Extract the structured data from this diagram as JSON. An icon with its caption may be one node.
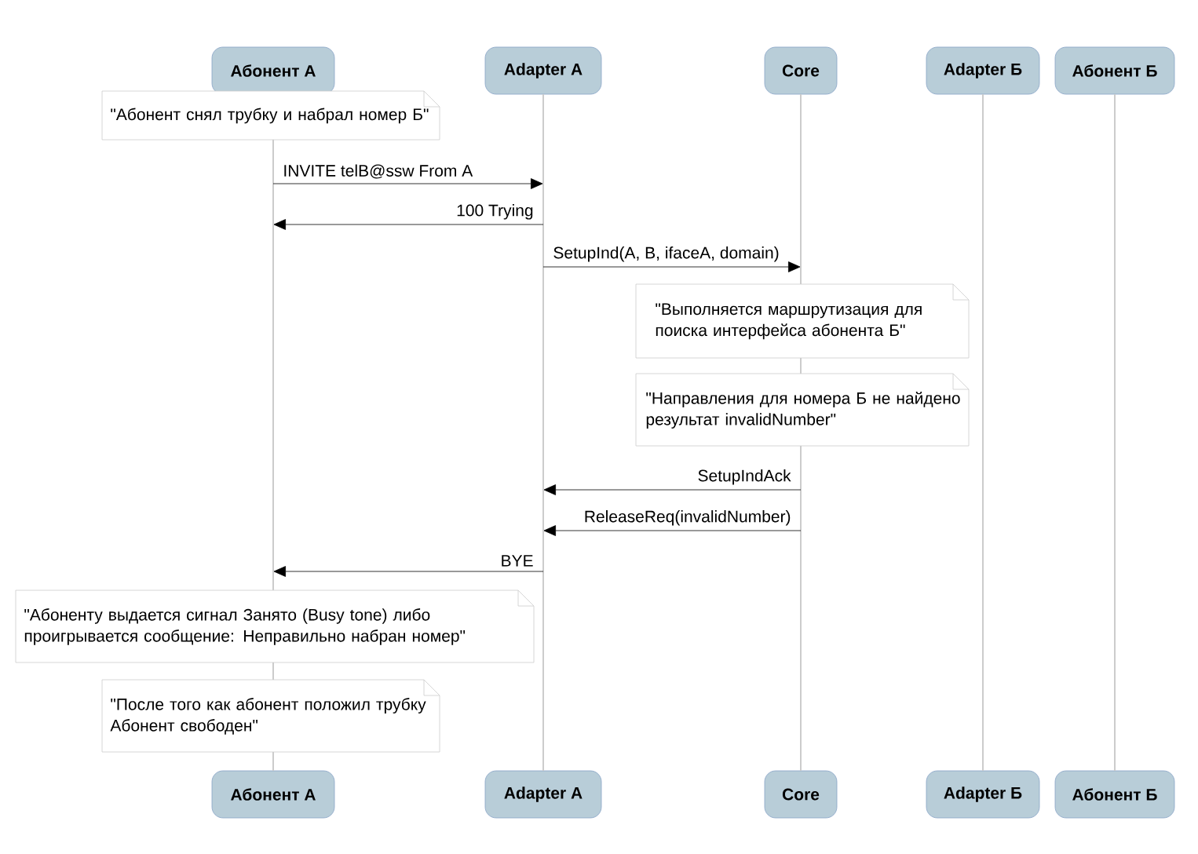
{
  "diagram": {
    "nodes": [
      {
        "text": [
          "Абонент А"
        ]
      },
      {
        "text": [
          "Adapter A"
        ]
      },
      {
        "text": [
          "Core"
        ]
      },
      {
        "text": [
          "Adapter Б"
        ]
      },
      {
        "text": [
          "Абонент Б"
        ]
      },
      {
        "text": [
          "Абонент А"
        ]
      },
      {
        "text": [
          "Adapter A"
        ]
      },
      {
        "text": [
          "Core"
        ]
      },
      {
        "text": [
          "Adapter Б"
        ]
      },
      {
        "text": [
          "Абонент Б"
        ]
      },
      {
        "text": [],
        "shape": "line"
      },
      {
        "text": [],
        "shape": "line"
      },
      {
        "text": [],
        "shape": "line"
      },
      {
        "text": [],
        "shape": "line"
      },
      {
        "text": [],
        "shape": "line"
      },
      {
        "text": [
          "\"Абонент снял трубку и набрал номер Б\""
        ]
      },
      {
        "text": [
          "\"Выполняется маршрутизация для поиска интерфейса абонента Б\""
        ]
      },
      {
        "text": [
          "\"Направления для номера Б не найдено результат invalidNumber\""
        ]
      },
      {
        "text": [
          "\"Абоненту выдается сигнал Занято (Busy tone) либо проигрывается сообщение: Неправильно набран номер\""
        ]
      },
      {
        "text": [
          "\"После того как абонент положил трубку Абонент свободен\""
        ]
      }
    ],
    "edges": [
      {
        "from": 10,
        "to": 11,
        "arrow": "to",
        "label": "INVITE telB@ssw From A"
      },
      {
        "from": 11,
        "to": 10,
        "arrow": "to",
        "label": "100 Trying"
      },
      {
        "from": 11,
        "to": 12,
        "arrow": "to",
        "label": "SetupInd(A, B, ifaceA, domain)"
      },
      {
        "from": 12,
        "to": 11,
        "arrow": "to",
        "label": "SetupIndAck"
      },
      {
        "from": 12,
        "to": 11,
        "arrow": "to",
        "label": "ReleaseReq(invalidNumber)"
      },
      {
        "from": 11,
        "to": 10,
        "arrow": "to",
        "label": "BYE"
      }
    ]
  }
}
